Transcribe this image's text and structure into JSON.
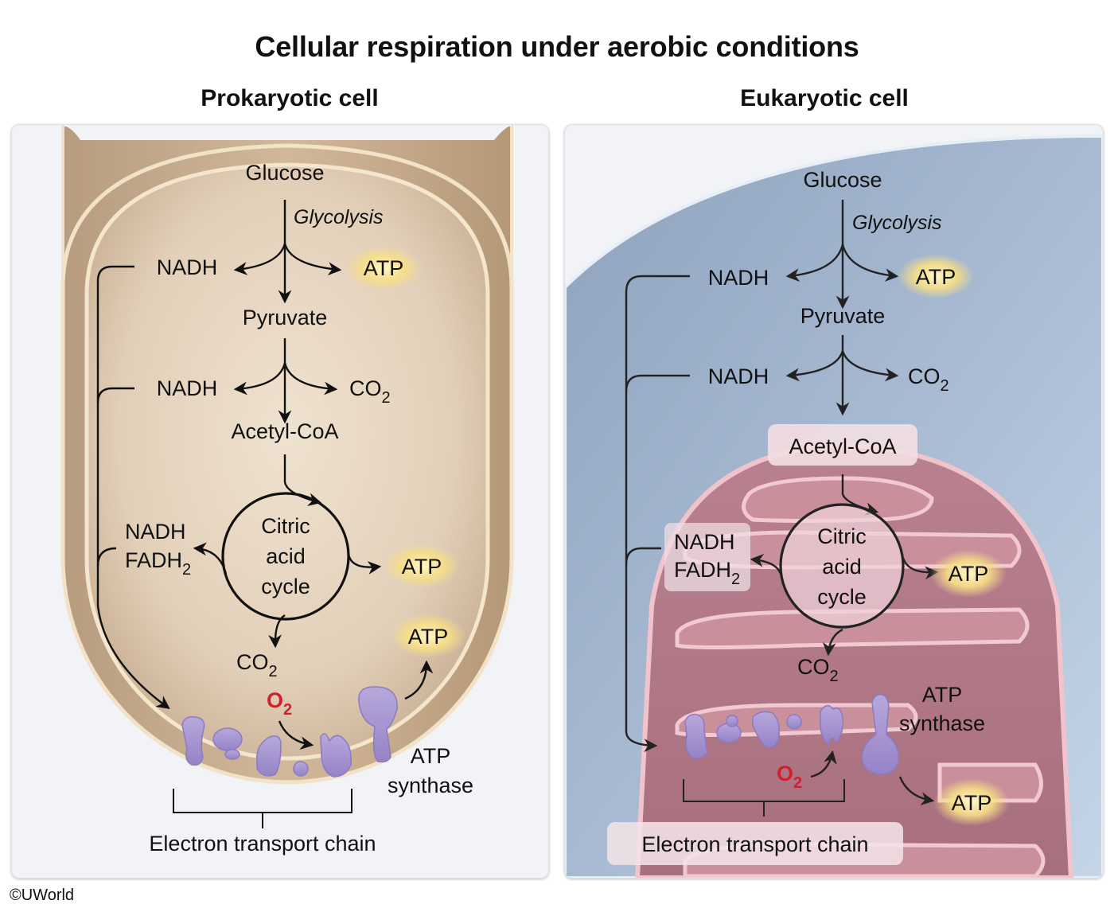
{
  "title": "Cellular respiration under aerobic conditions",
  "copyright": "©UWorld",
  "panels": {
    "prokaryotic": {
      "heading": "Prokaryotic cell",
      "glucose": "Glucose",
      "glycolysis": "Glycolysis",
      "nadh1": "NADH",
      "atp1": "ATP",
      "pyruvate": "Pyruvate",
      "nadh2": "NADH",
      "co2_top": "CO",
      "co2_top_sub": "2",
      "acetyl": "Acetyl-CoA",
      "cycle_line1": "Citric",
      "cycle_line2": "acid",
      "cycle_line3": "cycle",
      "nadh3": "NADH",
      "fadh": "FADH",
      "fadh_sub": "2",
      "atp2": "ATP",
      "atp3": "ATP",
      "co2_bottom": "CO",
      "co2_bottom_sub": "2",
      "o2": "O",
      "o2_sub": "2",
      "atp_synthase_line1": "ATP",
      "atp_synthase_line2": "synthase",
      "etc": "Electron transport chain"
    },
    "eukaryotic": {
      "heading": "Eukaryotic cell",
      "glucose": "Glucose",
      "glycolysis": "Glycolysis",
      "nadh1": "NADH",
      "atp1": "ATP",
      "pyruvate": "Pyruvate",
      "nadh2": "NADH",
      "co2_top": "CO",
      "co2_top_sub": "2",
      "acetyl": "Acetyl-CoA",
      "cycle_line1": "Citric",
      "cycle_line2": "acid",
      "cycle_line3": "cycle",
      "nadh3": "NADH",
      "fadh": "FADH",
      "fadh_sub": "2",
      "atp2": "ATP",
      "co2_bottom": "CO",
      "co2_bottom_sub": "2",
      "atp_synthase_line1": "ATP",
      "atp_synthase_line2": "synthase",
      "o2": "O",
      "o2_sub": "2",
      "atp3": "ATP",
      "etc": "Electron transport chain"
    }
  },
  "colors": {
    "oxygen": "#d0202a",
    "protein": "#a594cf",
    "atp_glow": "#f6d870",
    "prok_cytoplasm": "#e6d6c2",
    "euk_cytoplasm": "#a9bbd2",
    "mito": "#c98c97"
  }
}
